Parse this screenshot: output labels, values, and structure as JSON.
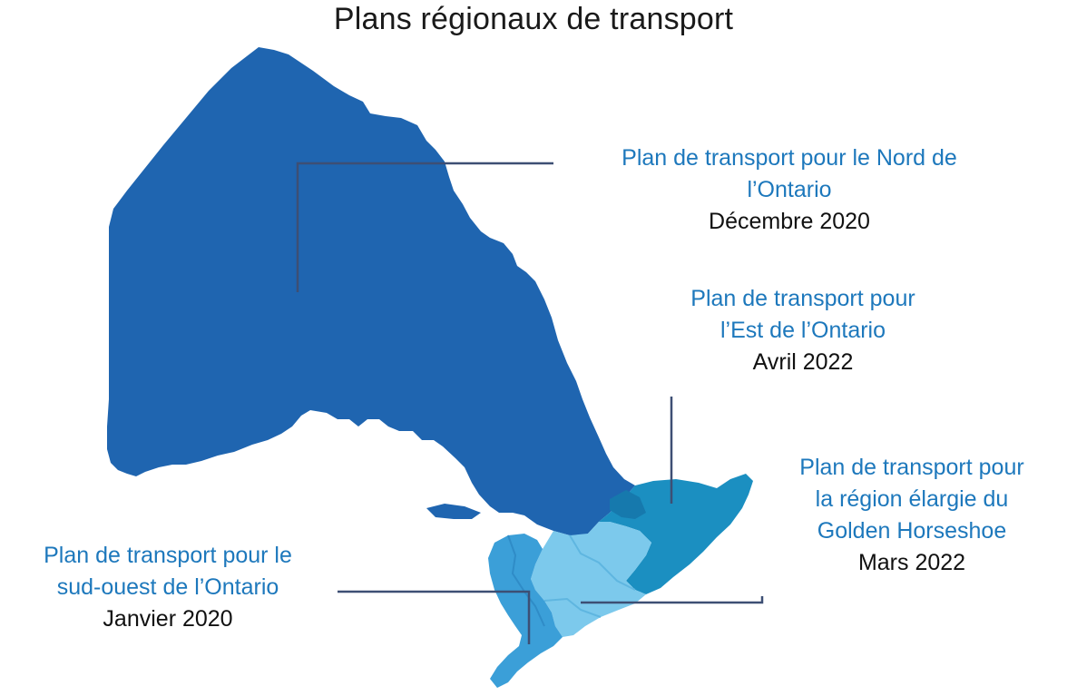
{
  "title": "Plans régionaux de transport",
  "colors": {
    "north": "#1f65b0",
    "east": "#1b8fc1",
    "ggh": "#7cc9ec",
    "southwest": "#3b9fd8",
    "label_name": "#1d78bc",
    "label_date": "#111111",
    "leader_line": "#3d4f74"
  },
  "regions": [
    {
      "id": "north",
      "name": "Plan de transport pour le Nord de\nl’Ontario",
      "date": "Décembre 2020"
    },
    {
      "id": "east",
      "name": "Plan de transport pour\nl’Est de l’Ontario",
      "date": "Avril 2022"
    },
    {
      "id": "ggh",
      "name": "Plan de transport pour\nla région élargie du\nGolden Horseshoe",
      "date": "Mars 2022"
    },
    {
      "id": "southwest",
      "name": "Plan de transport pour le\nsud-ouest de l’Ontario",
      "date": "Janvier 2020"
    }
  ]
}
